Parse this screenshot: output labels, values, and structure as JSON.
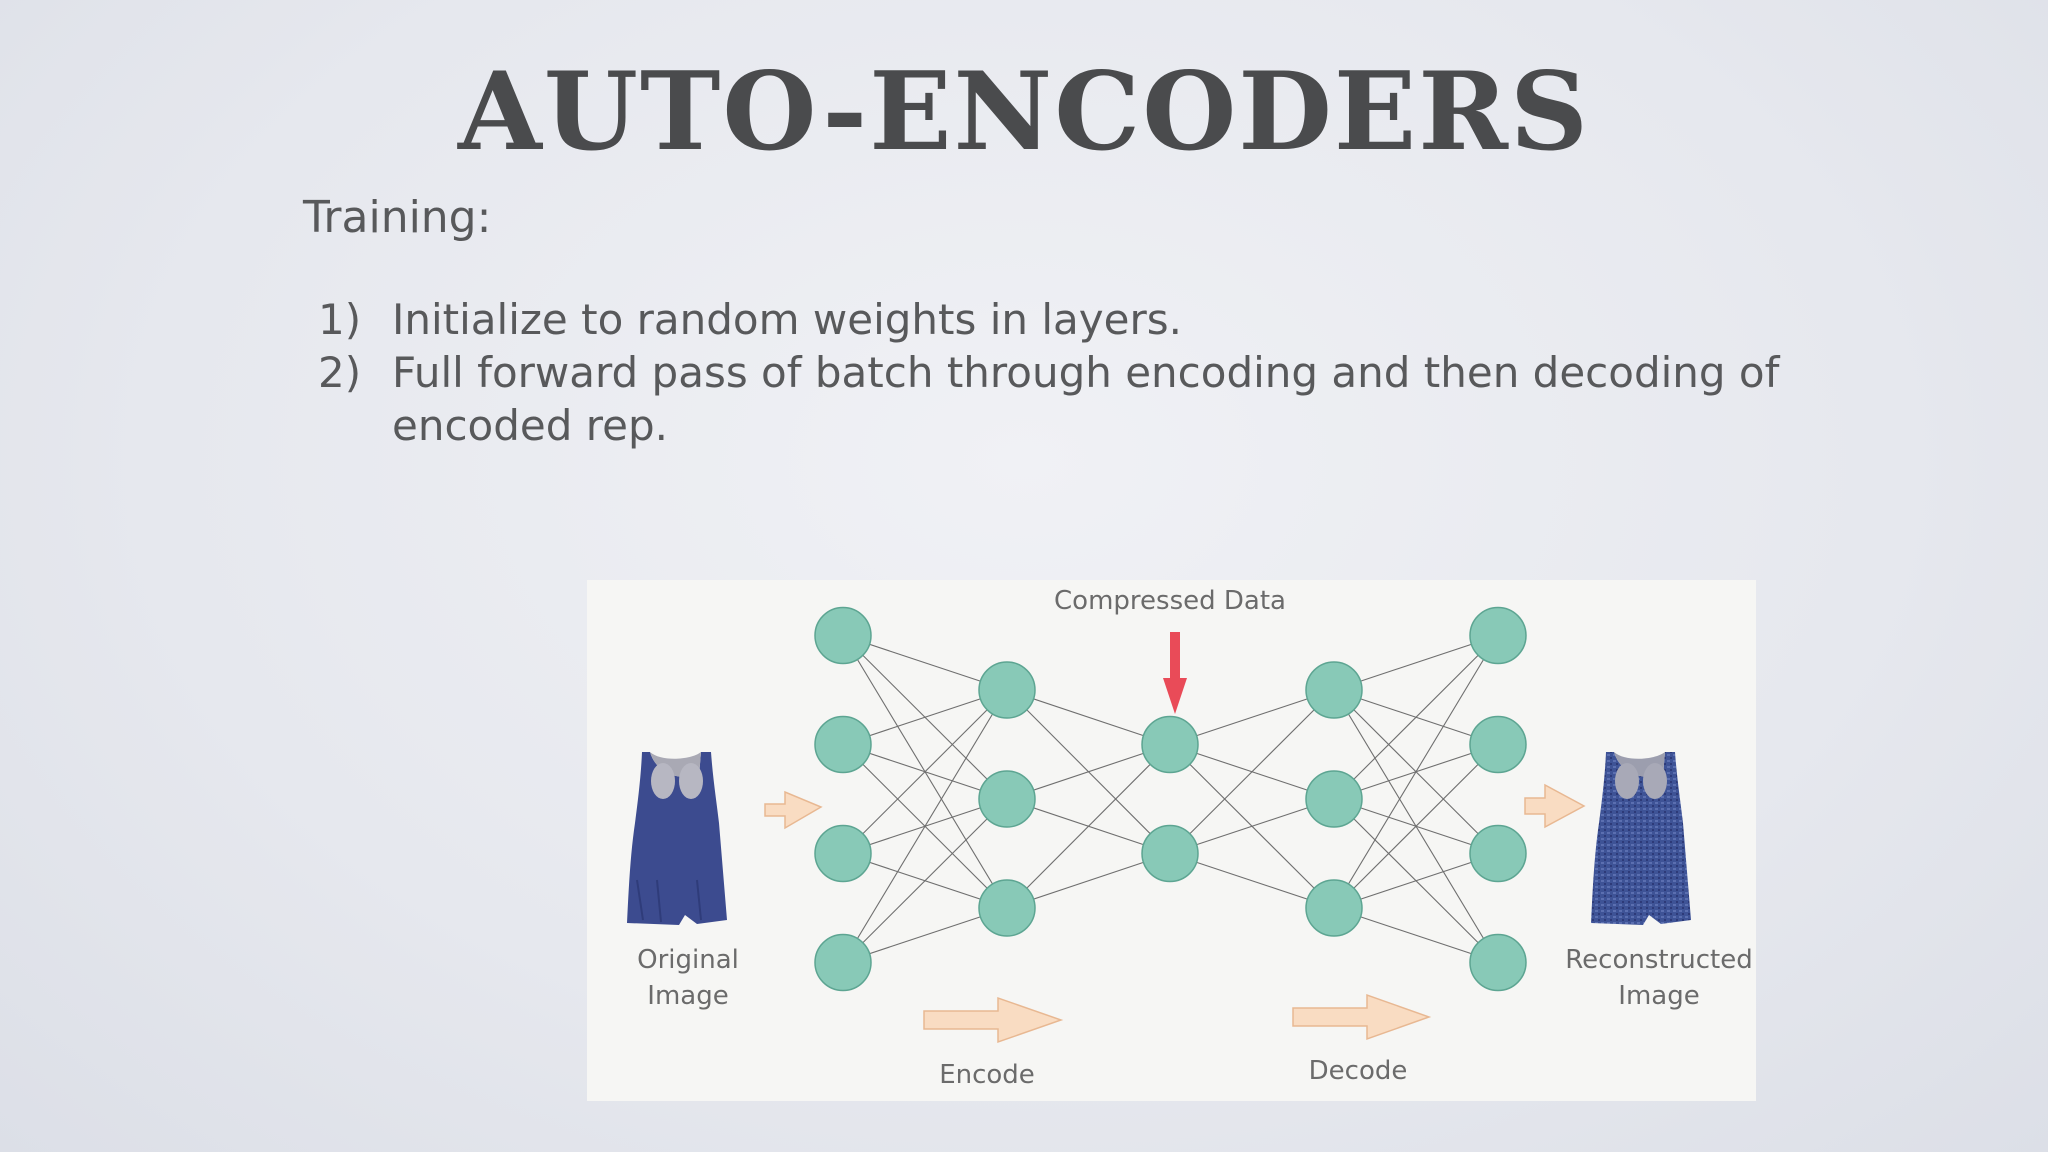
{
  "slide": {
    "title": "AUTO-ENCODERS",
    "subtitle": "Training:",
    "steps": [
      {
        "num": "1)",
        "text": "Initialize to random weights in layers."
      },
      {
        "num": "2)",
        "text": "Full forward pass of batch through encoding and then decoding of encoded rep."
      }
    ]
  },
  "diagram": {
    "compressed_label": "Compressed Data",
    "original_label_1": "Original",
    "original_label_2": "Image",
    "reconstructed_label_1": "Reconstructed",
    "reconstructed_label_2": "Image",
    "encode_label": "Encode",
    "decode_label": "Decode",
    "layer_sizes": [
      4,
      3,
      2,
      3,
      4
    ],
    "colors": {
      "node_fill": "#88c9b7",
      "node_stroke": "#5da592",
      "edge": "#6f6f6f",
      "arrow_fill": "#f9dcc2",
      "arrow_stroke": "#e8b892",
      "marker": "#e94b58",
      "shirt_original": "#3c4b8f",
      "shirt_reconstructed": "#3e5396"
    }
  }
}
